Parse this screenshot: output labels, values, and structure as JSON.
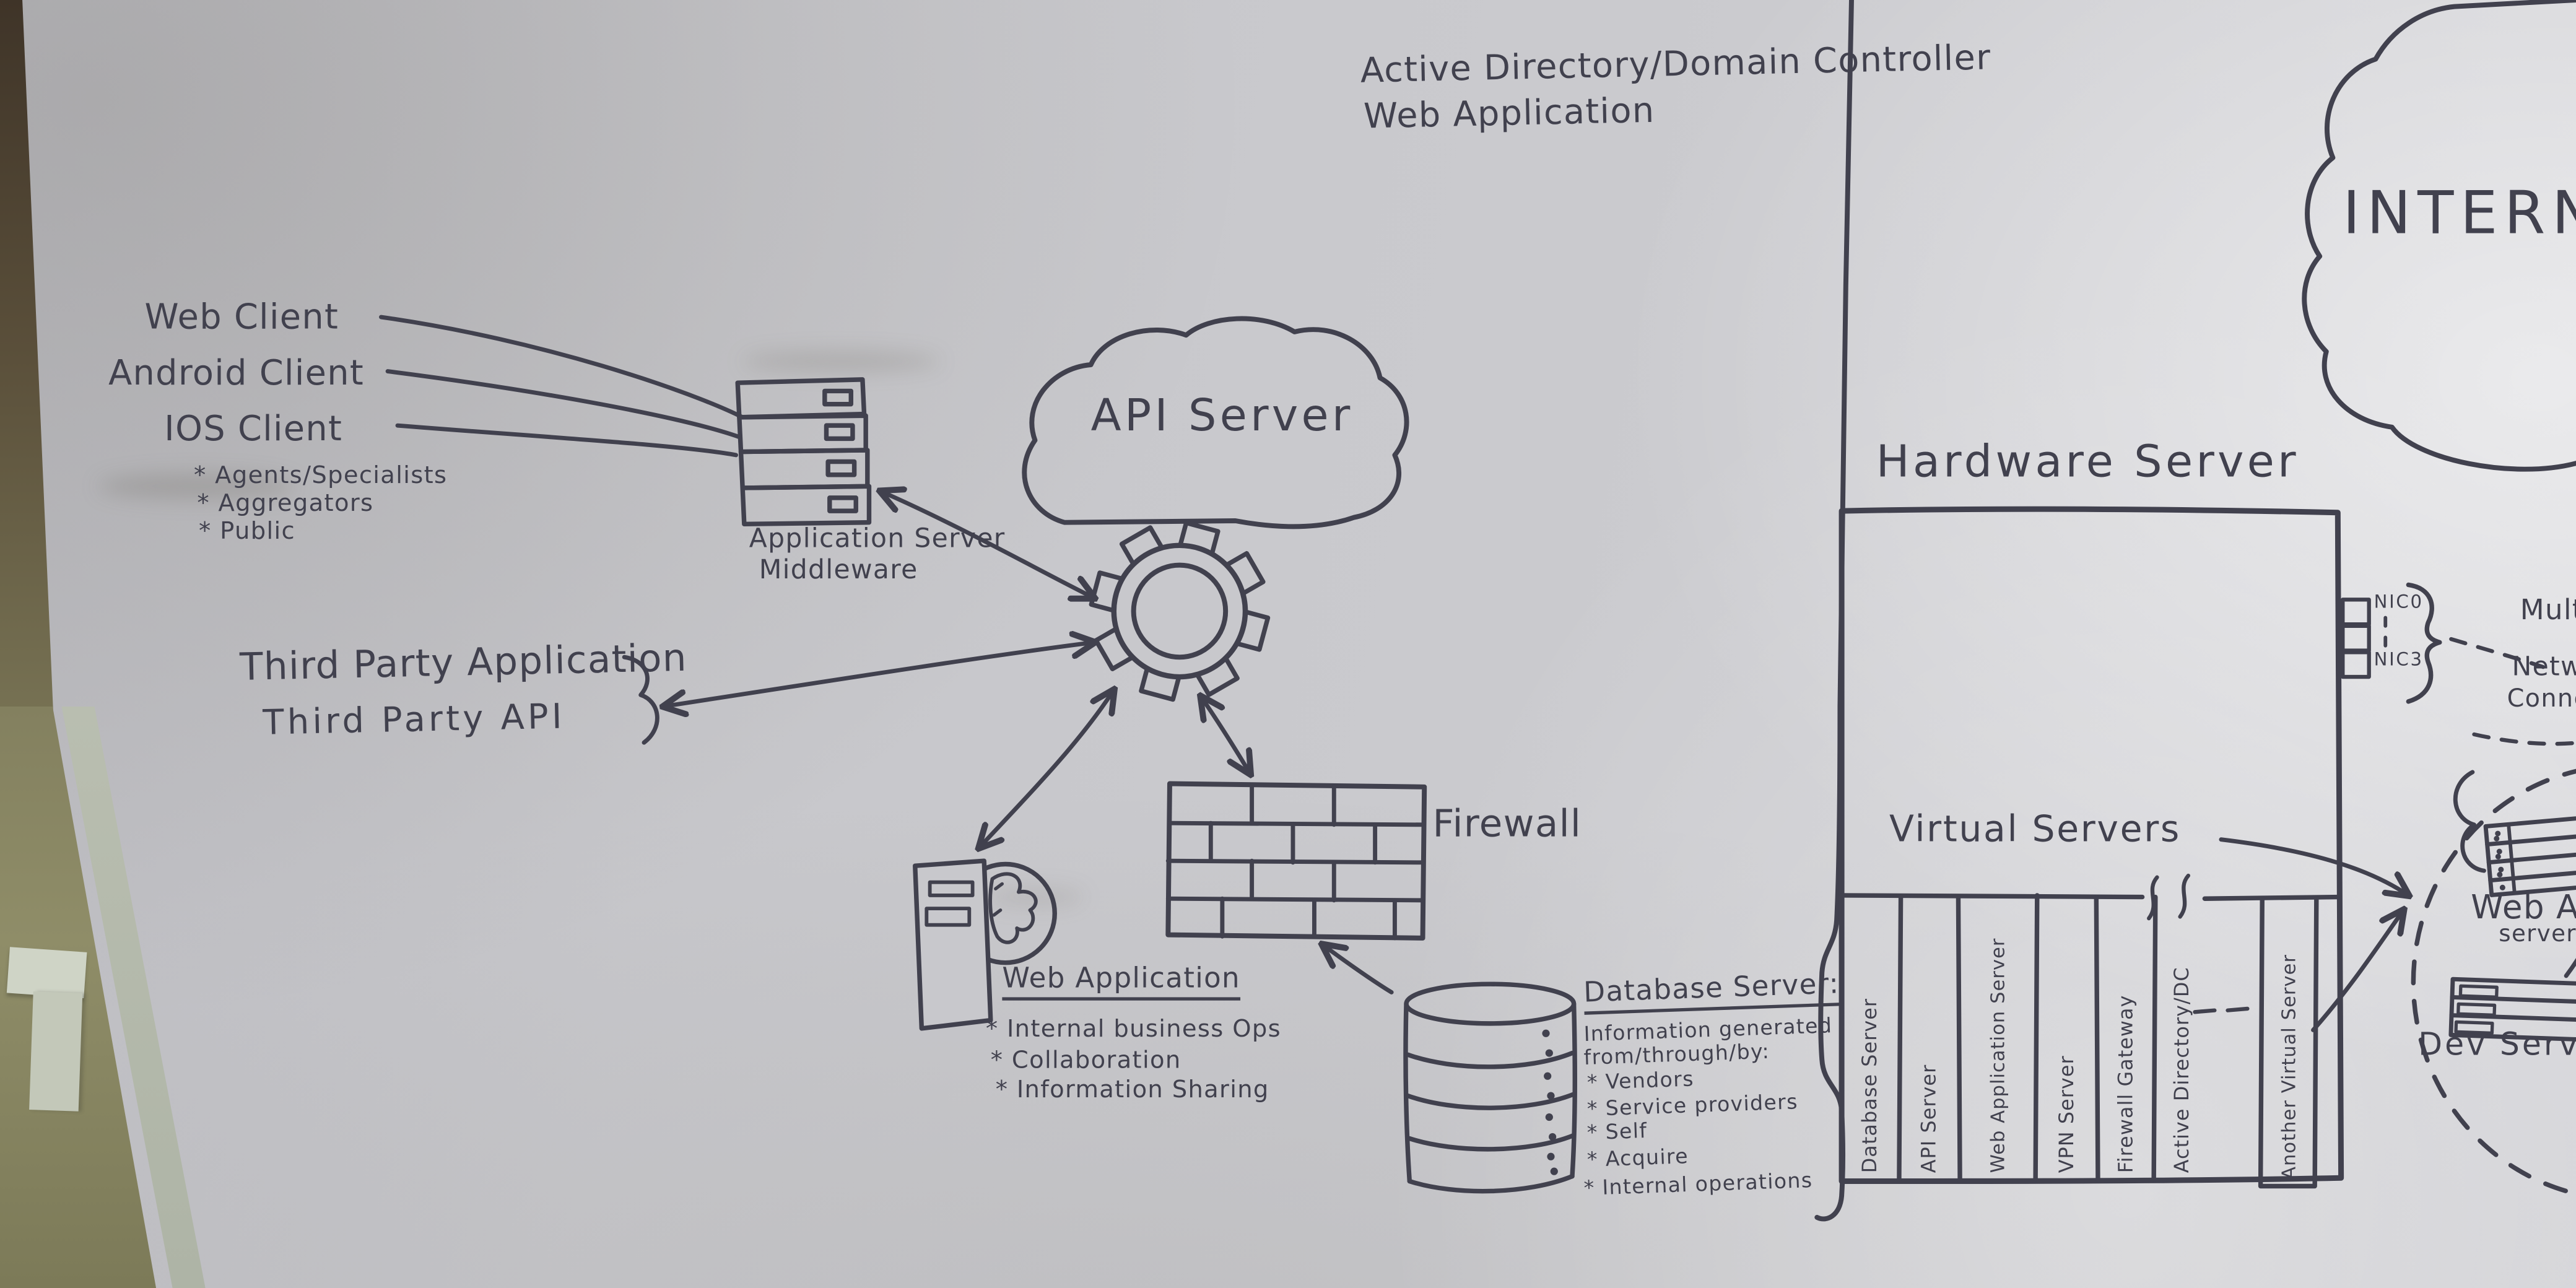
{
  "notes": {
    "line1": "Active Directory/Domain Controller",
    "line2": "Web Application"
  },
  "clients": {
    "web": "Web Client",
    "android": "Android Client",
    "ios": "IOS Client",
    "bullets": [
      "* Agents/Specialists",
      "* Aggregators",
      "* Public"
    ]
  },
  "app_server": {
    "line1": "Application Server",
    "line2": "Middleware"
  },
  "api_cloud": {
    "label": "API Server"
  },
  "third_party": {
    "line1": "Third Party Application",
    "line2": "Third Party API"
  },
  "firewall": {
    "label": "Firewall"
  },
  "web_app": {
    "title": "Web Application",
    "bullets": [
      "* Internal business Ops",
      "* Collaboration",
      "* Information Sharing"
    ]
  },
  "database": {
    "title": "Database Server:",
    "intro": [
      "Information generated",
      "from/through/by:"
    ],
    "bullets": [
      "* Vendors",
      "* Service providers",
      "* Self",
      "* Acquire",
      "* Internal operations"
    ]
  },
  "hardware": {
    "title": "Hardware Server",
    "virtual_label": "Virtual Servers",
    "columns": [
      "Database Server",
      "API Server",
      "Web Application Server",
      "VPN Server",
      "Firewall Gateway",
      "Active Directory/DC",
      "Another Virtual Server"
    ],
    "nic_top": "NIC0",
    "nic_bottom": "NIC3"
  },
  "right_side": {
    "internet": "INTERNET",
    "fragments": [
      "Mult",
      "Netw",
      "Connect"
    ],
    "web_app_server": {
      "line1": "Web Ap",
      "line2": "server"
    },
    "dev_server": "Dev Server"
  },
  "colors": {
    "ink": "#41414e",
    "board": "#c9c9cd"
  }
}
